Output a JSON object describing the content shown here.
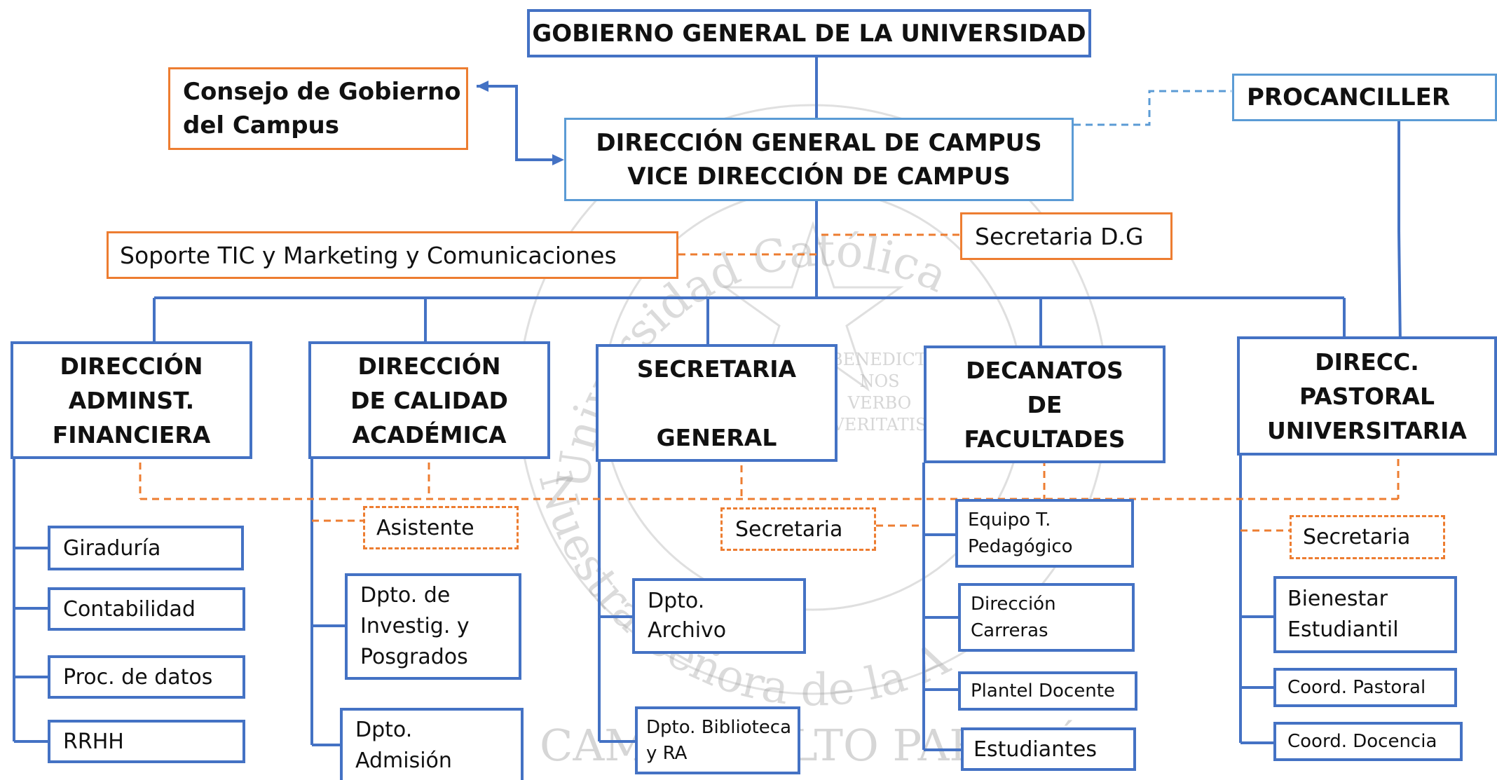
{
  "watermark": {
    "seal_text": "Universidad Católica",
    "motto": "Nuestra Señora de la Asunción",
    "inner_text": "BENEDICTUS\nNOS\nVERBO\nVERITATIS",
    "campus_text": "CAMPUS ALTO PARANÁ"
  },
  "top": {
    "gobierno": "GOBIERNO GENERAL DE LA UNIVERSIDAD",
    "consejo": "Consejo de Gobierno\ndel Campus",
    "direccion_general": "DIRECCIÓN  GENERAL DE CAMPUS\nVICE DIRECCIÓN DE CAMPUS",
    "procanciller": "PROCANCILLER",
    "secretaria_dg": "Secretaria D.G",
    "soporte": "Soporte TIC y Marketing y Comunicaciones"
  },
  "directorates": {
    "admin": "DIRECCIÓN\nADMINST.\nFINANCIERA",
    "calidad": "DIRECCIÓN\nDE CALIDAD\nACADÉMICA",
    "secretaria": "SECRETARIA\n\nGENERAL",
    "decanatos": "DECANATOS\nDE\nFACULTADES",
    "pastoral": "DIRECC.\nPASTORAL\nUNIVERSITARIA"
  },
  "admin_units": [
    "Giraduría",
    "Contabilidad",
    "Proc. de datos",
    "RRHH"
  ],
  "calidad_units": {
    "asistente": "Asistente",
    "dpto_investig": "Dpto. de\nInvestig. y\nPosgrados",
    "dpto_admision": "Dpto.\nAdmisión"
  },
  "secretaria_units": {
    "secretaria": "Secretaria",
    "archivo": "Dpto.\nArchivo",
    "biblioteca": "Dpto. Biblioteca\ny RA"
  },
  "decanatos_units": {
    "equipo": "Equipo T.\nPedagógico",
    "carreras": "Dirección\nCarreras",
    "plantel": "Plantel Docente",
    "estudiantes": "Estudiantes"
  },
  "pastoral_units": {
    "secretaria": "Secretaria",
    "bienestar": "Bienestar\nEstudiantil",
    "pastoral": "Coord.  Pastoral",
    "docencia": "Coord. Docencia"
  },
  "colors": {
    "blue": "#4472c4",
    "light_blue": "#5b9bd5",
    "orange": "#ed7d31"
  }
}
